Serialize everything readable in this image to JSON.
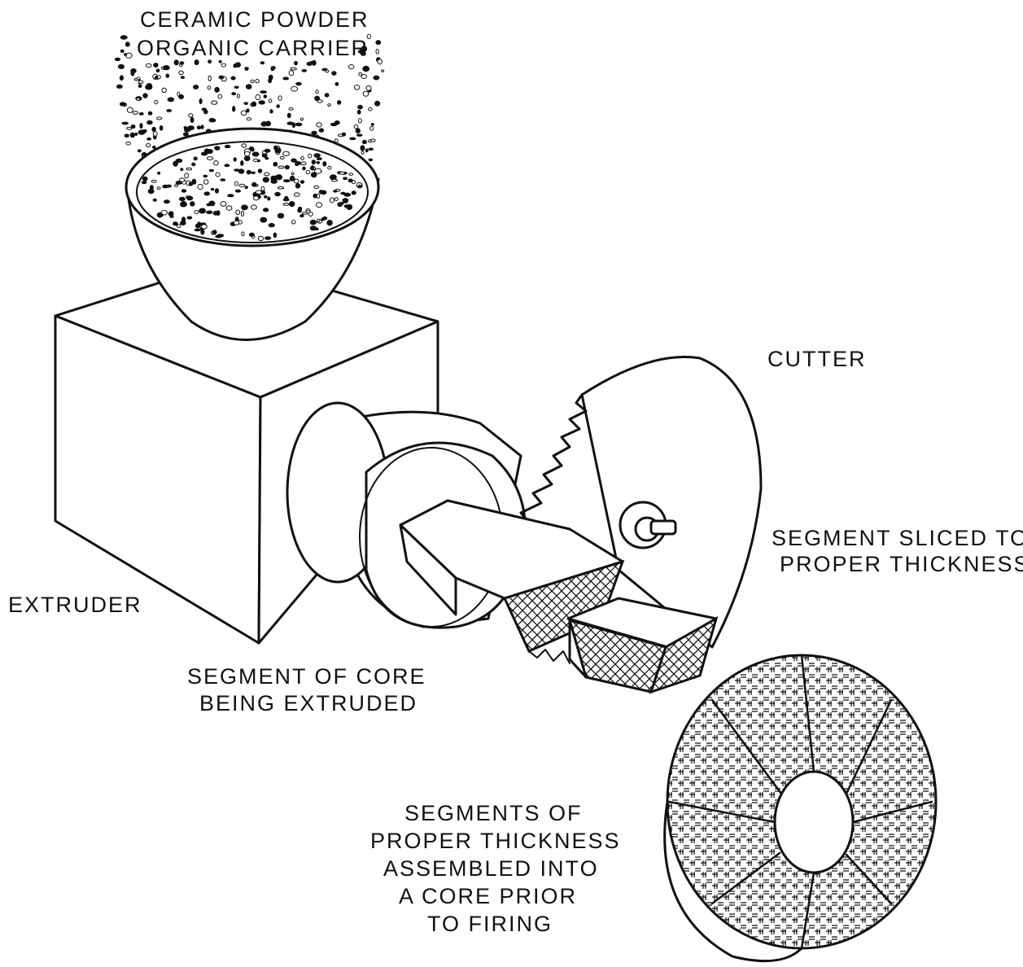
{
  "labels": {
    "ceramic_powder": "CERAMIC POWDER",
    "organic_carrier": "ORGANIC CARRIER",
    "cutter": "CUTTER",
    "segment_sliced_1": "SEGMENT SLICED TO",
    "segment_sliced_2": "PROPER THICKNESS",
    "extruder": "EXTRUDER",
    "segment_core_1": "SEGMENT OF CORE",
    "segment_core_2": "BEING EXTRUDED",
    "assembled_1": "SEGMENTS OF",
    "assembled_2": "PROPER THICKNESS",
    "assembled_3": "ASSEMBLED INTO",
    "assembled_4": "A CORE PRIOR",
    "assembled_5": "TO FIRING"
  },
  "colors": {
    "ink": "#111111",
    "paper": "#ffffff"
  }
}
